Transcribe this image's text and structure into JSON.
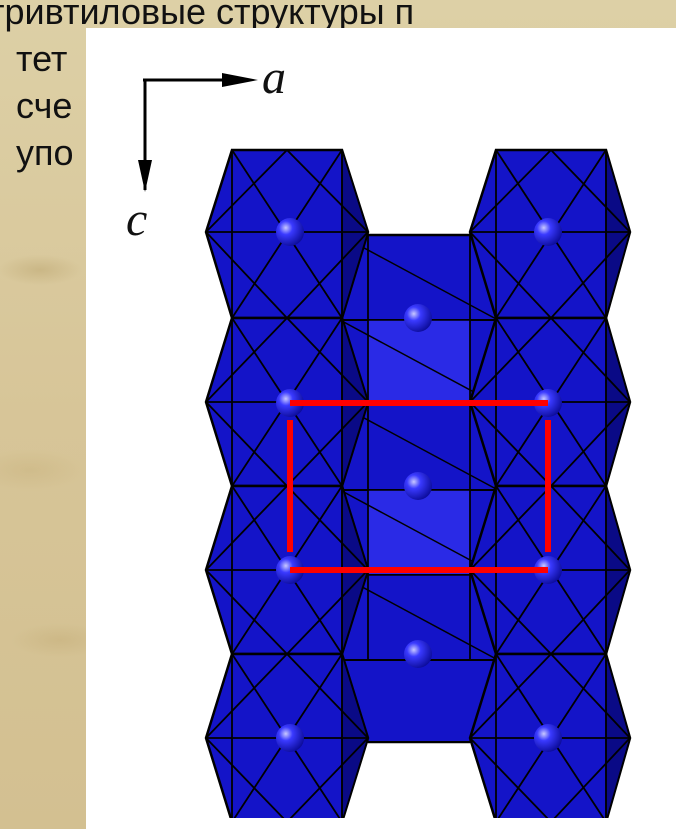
{
  "slide_text": {
    "line1": "тривтиловые структуры п",
    "line2": "тет",
    "line3": "сче",
    "line4": "упо"
  },
  "axes": {
    "horizontal": "a",
    "vertical": "c"
  },
  "colors": {
    "octahedron_fill": "#1414c8",
    "octahedron_light": "#2a2ae6",
    "octahedron_dark": "#0a0a86",
    "edge": "#000000",
    "atom": "#2e2eff",
    "unit_cell": "#ff0000",
    "figure_background": "#ffffff"
  }
}
